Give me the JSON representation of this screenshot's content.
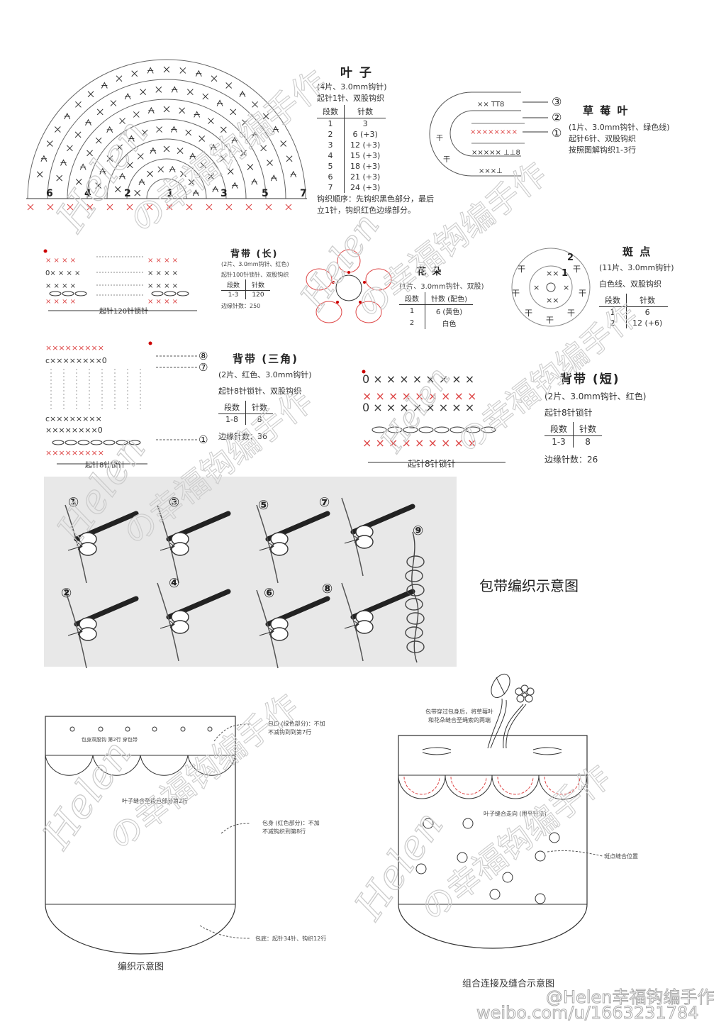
{
  "leaf": {
    "title": "叶 子",
    "spec": "(4片、3.0mm钩针)",
    "start": "起针1针、双股钩织",
    "table": {
      "headers": [
        "段数",
        "针数"
      ],
      "rows": [
        [
          "1",
          "3"
        ],
        [
          "2",
          "6 (+3)"
        ],
        [
          "3",
          "12 (+3)"
        ],
        [
          "4",
          "15 (+3)"
        ],
        [
          "5",
          "18 (+3)"
        ],
        [
          "6",
          "21 (+3)"
        ],
        [
          "7",
          "24 (+3)"
        ]
      ]
    },
    "note1": "钩织顺序：先钩织黑色部分，最后",
    "note2": "立1针，钩织红色边缘部分。",
    "chart_labels": [
      "6",
      "4",
      "2",
      "1",
      "3",
      "5",
      "7"
    ]
  },
  "strawberry_leaf": {
    "title": "草 莓 叶",
    "spec": "(1片、3.0mm钩针、绿色线)",
    "start": "起针6针、双股钩织",
    "note": "按照图解钩织1-3行",
    "rows": [
      "③",
      "②",
      "①"
    ]
  },
  "strap_long": {
    "title": "背带 (长)",
    "spec": "(2片、3.0mm钩针、红色)",
    "start": "起针100针锁针、双股钩织",
    "table": {
      "headers": [
        "段数",
        "针数"
      ],
      "rows": [
        [
          "1-3",
          "120"
        ]
      ]
    },
    "edge": "边缘针数：250",
    "caption": "起针120针锁针"
  },
  "flower": {
    "title": "花 朵",
    "spec": "(1片、3.0mm钩针、双股)",
    "table": {
      "headers": [
        "段数",
        "针数 (配色)"
      ],
      "rows": [
        [
          "1",
          "6 (黄色)"
        ],
        [
          "2",
          "白色"
        ]
      ]
    }
  },
  "spots": {
    "title": "斑 点",
    "spec": "(11片、3.0mm钩针)",
    "start": "白色线、双股钩织",
    "table": {
      "headers": [
        "段数",
        "针数"
      ],
      "rows": [
        [
          "1",
          "6"
        ],
        [
          "2",
          "12 (+6)"
        ]
      ]
    },
    "chart_labels": [
      "2",
      "1"
    ]
  },
  "strap_triangle": {
    "title": "背带 (三角)",
    "spec": "(2片、红色、3.0mm钩针)",
    "start": "起针8针锁针、双股钩织",
    "table": {
      "headers": [
        "段数",
        "针数"
      ],
      "rows": [
        [
          "1-8",
          "8"
        ]
      ]
    },
    "edge": "边缘针数：36",
    "caption": "起针8针锁针",
    "rows": [
      "⑧",
      "⑦",
      "①"
    ]
  },
  "strap_short": {
    "title": "背带 (短)",
    "spec": "(2片、3.0mm钩针、红色)",
    "start": "起针8针锁针",
    "table": {
      "headers": [
        "段数",
        "针数"
      ],
      "rows": [
        [
          "1-3",
          "8"
        ]
      ]
    },
    "edge": "边缘针数：26",
    "caption": "起针8针锁针"
  },
  "cord": {
    "title": "包带编织示意图",
    "steps": [
      "①",
      "③",
      "⑤",
      "⑦",
      "⑨",
      "②",
      "④",
      "⑥",
      "⑧"
    ]
  },
  "knit_diagram": {
    "caption": "编织示意图",
    "top_label": "包身双股钩 第2行 穿包带",
    "note_top1": "包口 (绿色部分)：不加",
    "note_top2": "不减钩到到第7行",
    "leaf_note": "叶子缝合至段包部分第2行",
    "body_note1": "包身 (红色部分)：不加",
    "body_note2": "不减钩织到第8行",
    "bottom_note": "包底：起针34针、钩织12行"
  },
  "assembly_diagram": {
    "caption": "组合连接及缝合示意图",
    "top_note1": "包带穿过包身后，将草莓叶",
    "top_note2": "和花朵缝合至绳索的两端",
    "leaf_note": "叶子缝合走向 (用平针法)",
    "spot_note": "斑点缝合位置"
  },
  "watermark": {
    "line1": "@Helen幸福钩编手作",
    "line2": "weibo.com/u/1663231784",
    "brand": "Helen",
    "brand_cn": "の幸福钩编手作"
  }
}
